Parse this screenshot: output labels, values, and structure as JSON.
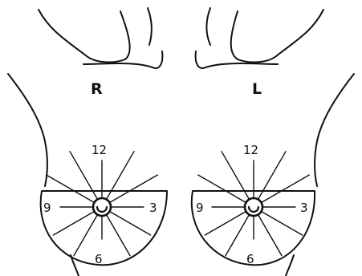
{
  "labels": {
    "right_side": "R",
    "left_side": "L"
  },
  "clock_positions": {
    "top": "12",
    "right": "3",
    "bottom": "6",
    "left": "9"
  },
  "colors": {
    "ink": "#111111",
    "background": "#ffffff"
  }
}
